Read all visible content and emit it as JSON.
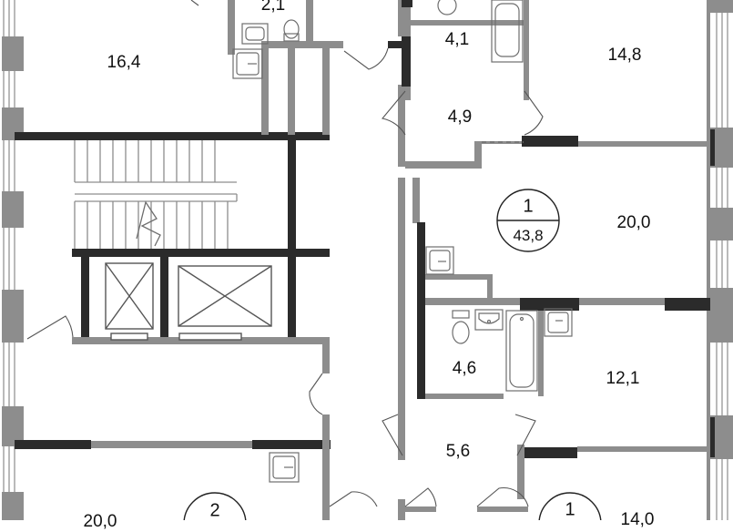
{
  "colors": {
    "wall_dark": "#2b2b2b",
    "wall_grey": "#8d8d8d",
    "fixture_line": "#6e6e6e",
    "window_line": "#8d8d8d",
    "background": "#ffffff"
  },
  "rooms": {
    "room_16_4": "16,4",
    "room_2_1": "2,1",
    "room_4_1": "4,1",
    "room_14_8": "14,8",
    "room_4_9": "4,9",
    "room_20_0": "20,0",
    "room_4_6": "4,6",
    "room_12_1": "12,1",
    "room_5_6": "5,6",
    "room_14_0": "14,0",
    "room_20_0_bottom": "20,0"
  },
  "apartments": {
    "apt_1_main": {
      "number": "1",
      "total_area": "43,8"
    },
    "apt_1_bottom": {
      "number": "1"
    },
    "apt_2": {
      "number": "2"
    }
  },
  "icons": [
    "sink-icon",
    "toilet-icon",
    "bathtub-icon",
    "elevator-icon",
    "staircase-icon",
    "door-swing-icon",
    "window-icon"
  ]
}
